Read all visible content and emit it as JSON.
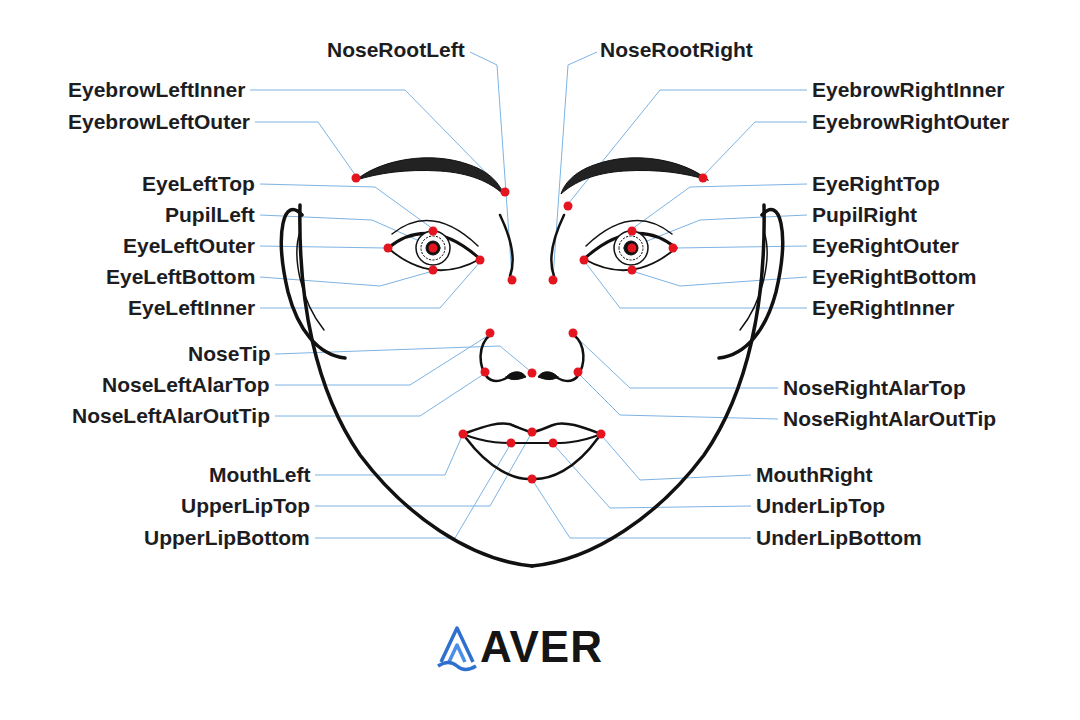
{
  "diagram": {
    "labels": [
      "NoseRootLeft",
      "NoseRootRight",
      "EyebrowLeftInner",
      "EyebrowRightInner",
      "EyebrowLeftOuter",
      "EyebrowRightOuter",
      "EyeLeftTop",
      "EyeRightTop",
      "PupilLeft",
      "PupilRight",
      "EyeLeftOuter",
      "EyeRightOuter",
      "EyeLeftBottom",
      "EyeRightBottom",
      "EyeLeftInner",
      "EyeRightInner",
      "NoseTip",
      "NoseLeftAlarTop",
      "NoseRightAlarTop",
      "NoseLeftAlarOutTip",
      "NoseRightAlarOutTip",
      "MouthLeft",
      "MouthRight",
      "UpperLipTop",
      "UnderLipTop",
      "UpperLipBottom",
      "UnderLipBottom",
      "AVER"
    ]
  }
}
